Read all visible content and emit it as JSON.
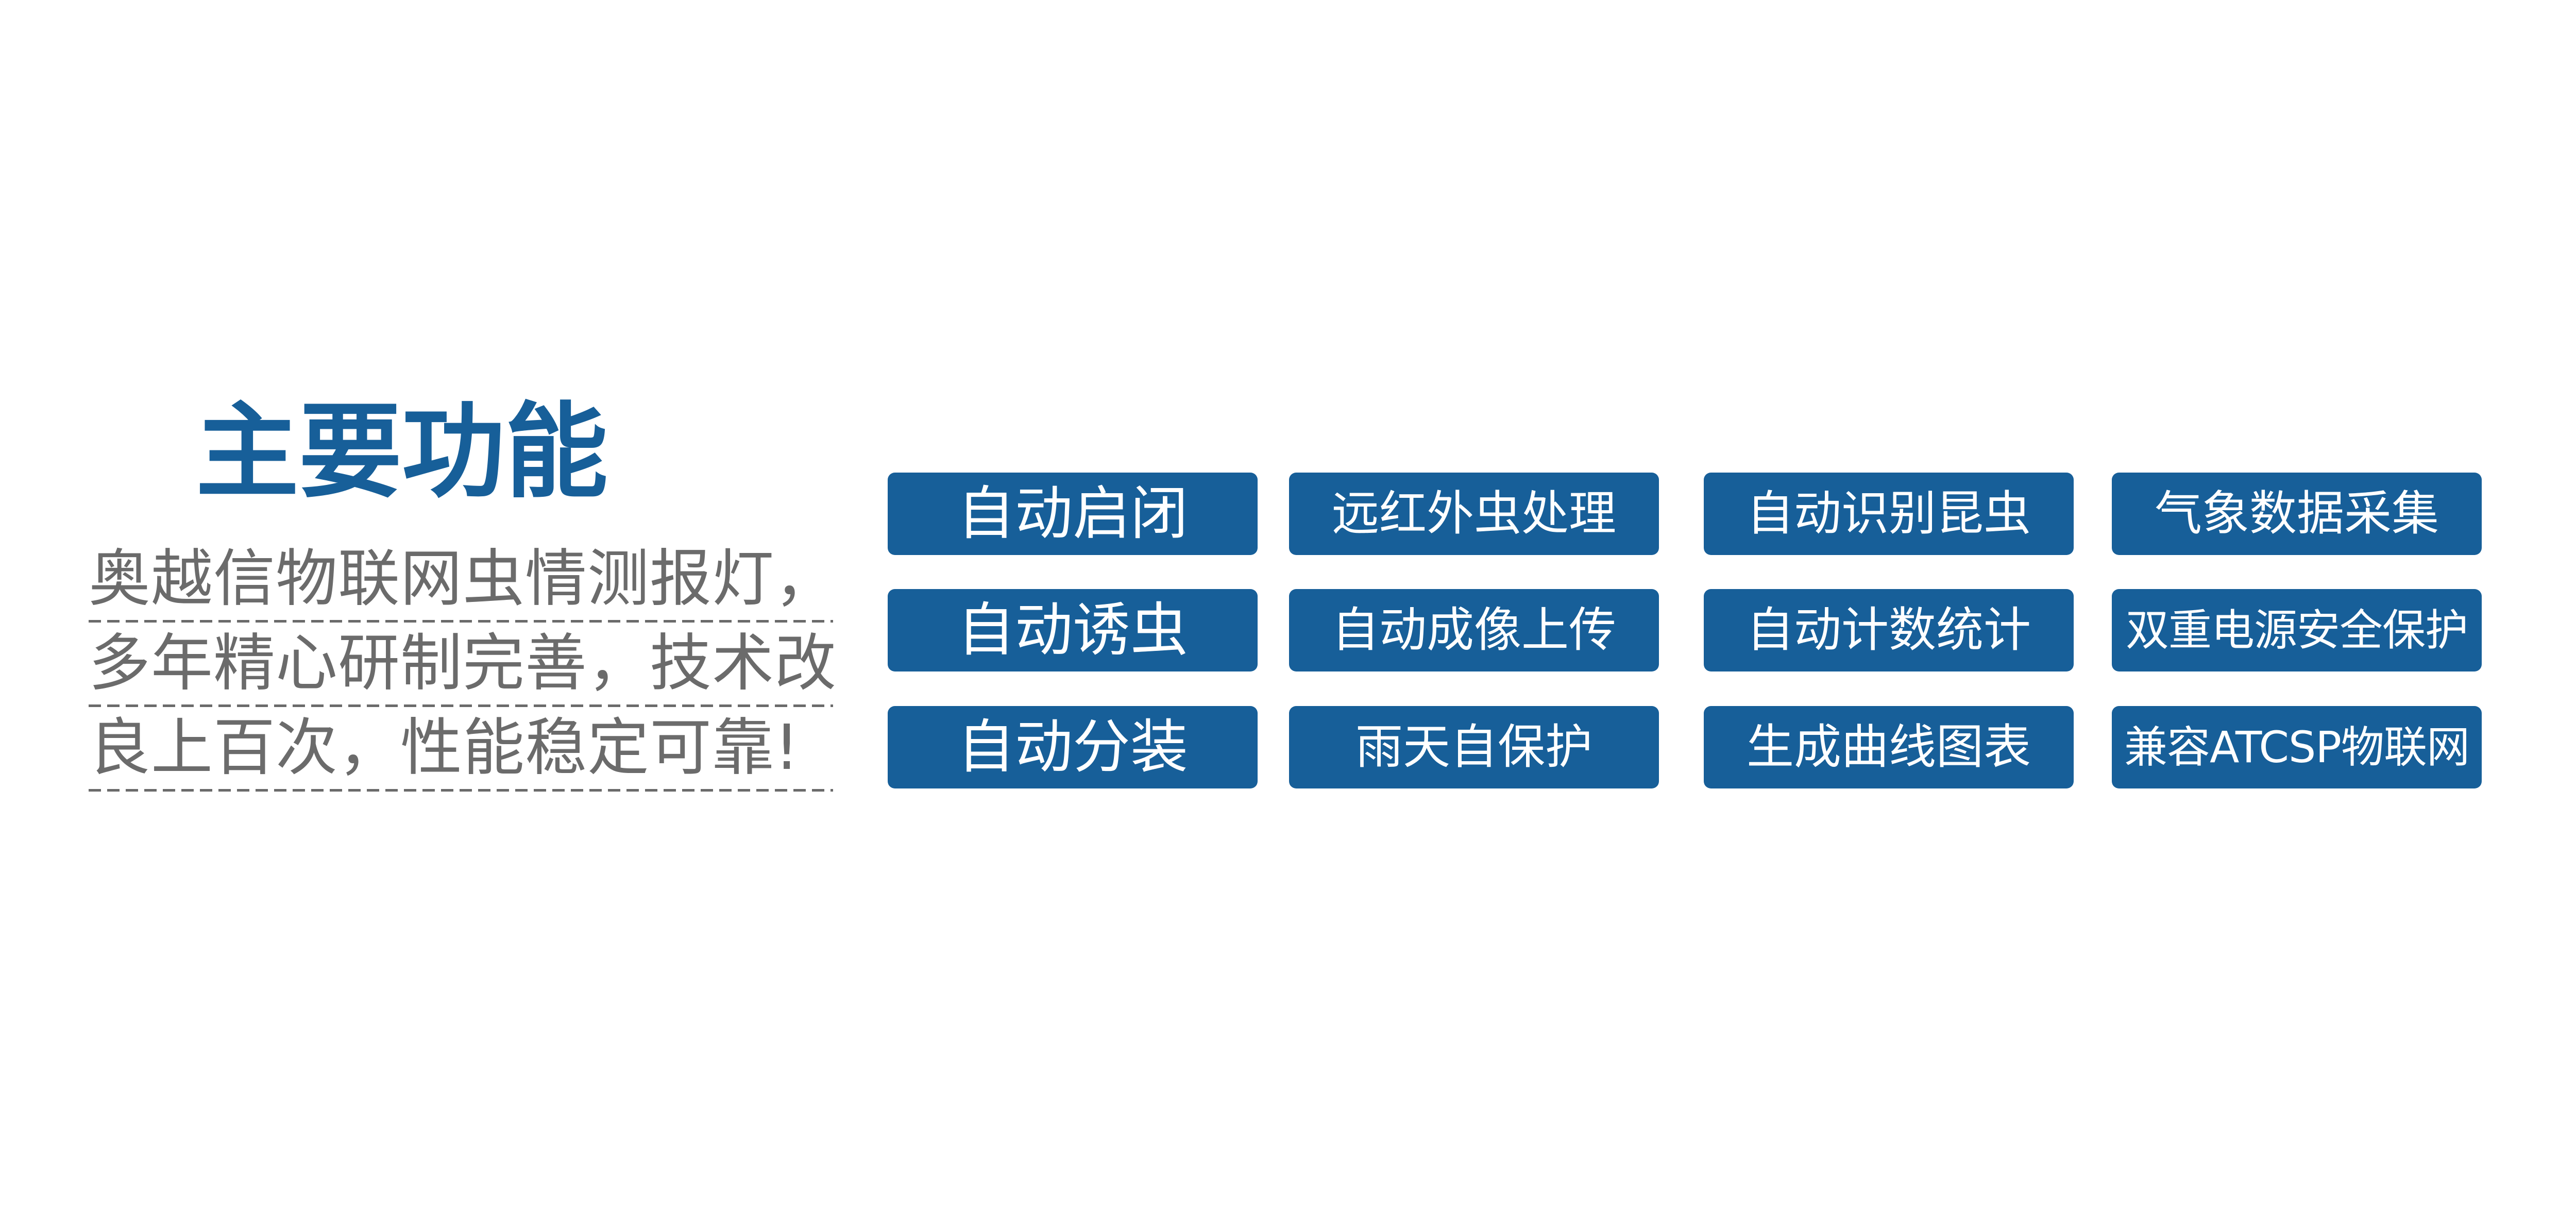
{
  "header": {
    "title": "主要功能"
  },
  "description": {
    "lines": [
      "奥越信物联网虫情测报灯，",
      "多年精心研制完善，技术改",
      "良上百次，性能稳定可靠!"
    ]
  },
  "features": {
    "rows": [
      [
        "自动启闭",
        "远红外虫处理",
        "自动识别昆虫",
        "气象数据采集"
      ],
      [
        "自动诱虫",
        "自动成像上传",
        "自动计数统计",
        "双重电源安全保护"
      ],
      [
        "自动分装",
        "雨天自保护",
        "生成曲线图表",
        "兼容ATCSP物联网"
      ]
    ]
  },
  "colors": {
    "accent": "#175f99",
    "text_gray": "#6b6b6b",
    "button_text": "#ffffff",
    "background": "#ffffff"
  }
}
